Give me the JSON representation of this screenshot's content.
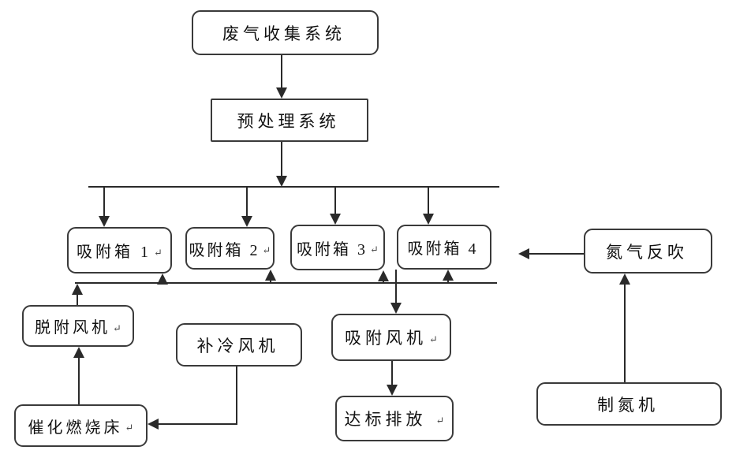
{
  "diagram": {
    "type": "flowchart",
    "colors": {
      "background": "#ffffff",
      "line": "#2a2a2a",
      "node_border": "#3a3a3a",
      "text": "#121212"
    },
    "nodes": {
      "waste_gas_collection": {
        "label": "废气收集系统",
        "suffix": ""
      },
      "pretreatment": {
        "label": "预处理系统",
        "suffix": ""
      },
      "adsorption_box_1": {
        "label": "吸附箱 1",
        "suffix": "↵"
      },
      "adsorption_box_2": {
        "label": "吸附箱 2",
        "suffix": "↵"
      },
      "adsorption_box_3": {
        "label": "吸附箱 3",
        "suffix": "↵"
      },
      "adsorption_box_4": {
        "label": "吸附箱 4",
        "suffix": ""
      },
      "nitrogen_backblow": {
        "label": "氮气反吹",
        "suffix": ""
      },
      "desorption_fan": {
        "label": "脱附风机",
        "suffix": "↵"
      },
      "cooling_fan": {
        "label": "补冷风机",
        "suffix": ""
      },
      "catalytic_bed": {
        "label": "催化燃烧床",
        "suffix": "↵"
      },
      "adsorption_fan": {
        "label": "吸附风机",
        "suffix": "↵"
      },
      "compliant_discharge": {
        "label": "达标排放",
        "suffix": "↵"
      },
      "nitrogen_generator": {
        "label": "制氮机",
        "suffix": ""
      }
    },
    "edges": [
      "废气收集系统 → 预处理系统",
      "预处理系统 → 分配干管",
      "分配干管 → 吸附箱 1",
      "分配干管 → 吸附箱 2",
      "分配干管 → 吸附箱 3",
      "分配干管 → 吸附箱 4",
      "回风干管 → 吸附箱 1",
      "回风干管 → 吸附箱 2",
      "回风干管 → 吸附箱 3",
      "回风干管 → 吸附箱 4",
      "脱附风机 → 回风干管",
      "催化燃烧床 → 脱附风机",
      "补冷风机 → 催化燃烧床",
      "吸附箱 4 → 吸附风机",
      "吸附风机 → 达标排放",
      "氮气反吹 → 吸附箱 4",
      "制氮机 → 氮气反吹"
    ]
  }
}
